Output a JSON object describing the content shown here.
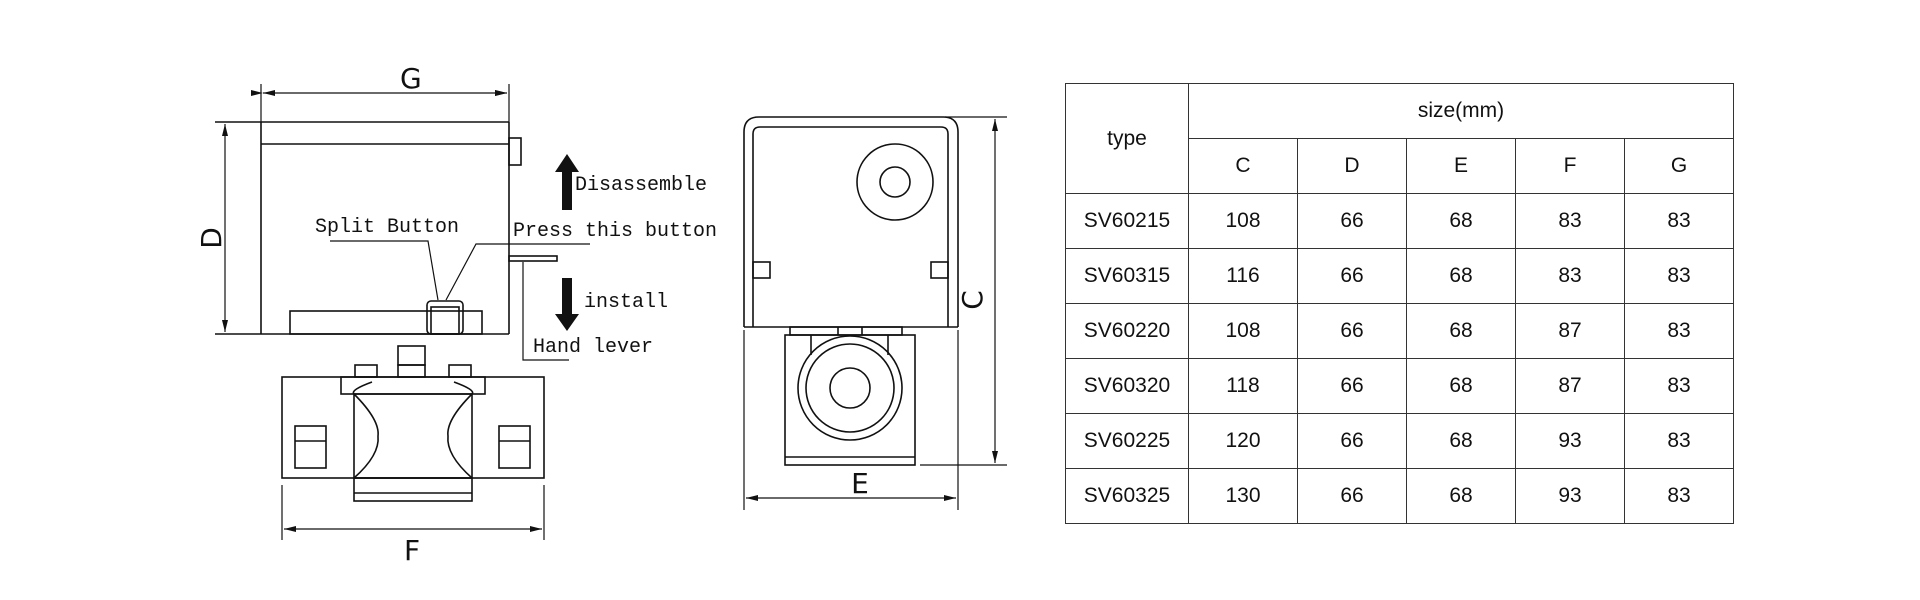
{
  "drawing": {
    "labels": {
      "disassemble": "Disassemble",
      "split_button": "Split Button",
      "press_button": "Press this button",
      "install": "install",
      "hand_lever": "Hand lever"
    },
    "dimensions": {
      "C": "C",
      "D": "D",
      "E": "E",
      "F": "F",
      "G": "G"
    }
  },
  "table": {
    "type_header": "type",
    "size_header": "size(mm)",
    "columns": [
      "C",
      "D",
      "E",
      "F",
      "G"
    ],
    "rows": [
      {
        "type": "SV60215",
        "values": [
          "108",
          "66",
          "68",
          "83",
          "83"
        ]
      },
      {
        "type": "SV60315",
        "values": [
          "116",
          "66",
          "68",
          "83",
          "83"
        ]
      },
      {
        "type": "SV60220",
        "values": [
          "108",
          "66",
          "68",
          "87",
          "83"
        ]
      },
      {
        "type": "SV60320",
        "values": [
          "118",
          "66",
          "68",
          "87",
          "83"
        ]
      },
      {
        "type": "SV60225",
        "values": [
          "120",
          "66",
          "68",
          "93",
          "83"
        ]
      },
      {
        "type": "SV60325",
        "values": [
          "130",
          "66",
          "68",
          "93",
          "83"
        ]
      }
    ]
  }
}
